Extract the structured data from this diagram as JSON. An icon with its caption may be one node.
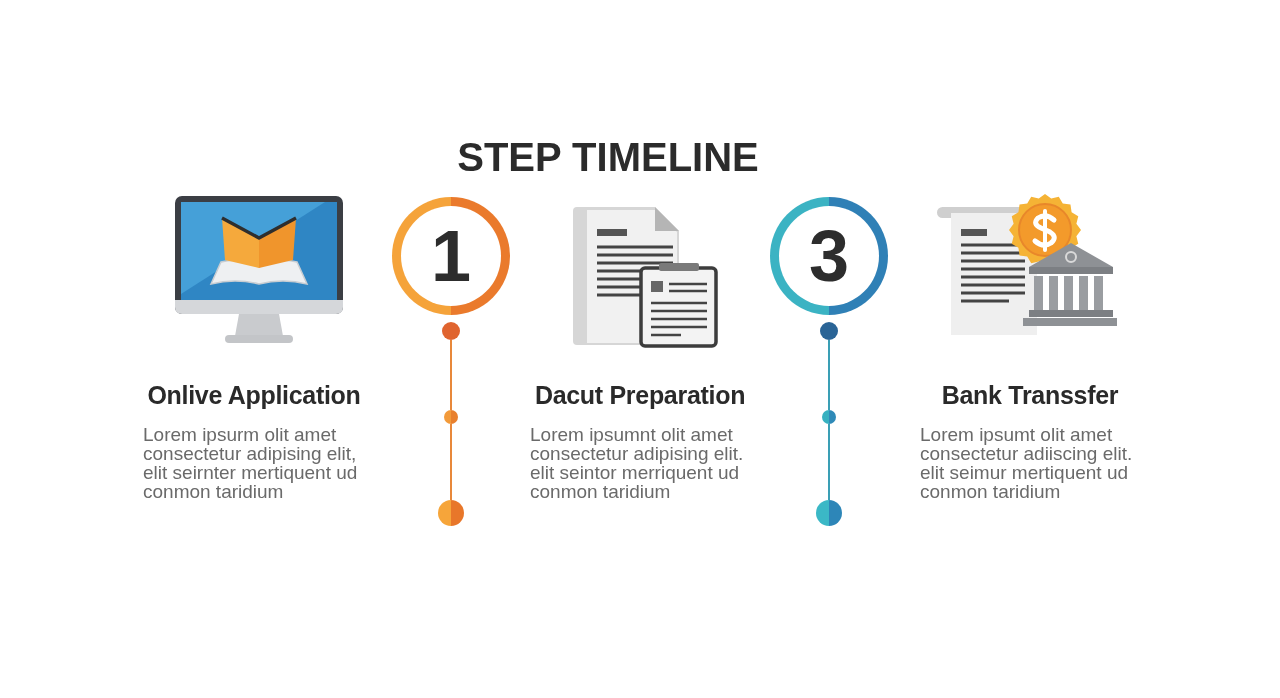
{
  "diagram": {
    "title": "STEP TIMELINE",
    "nodes": [
      {
        "text": [
          "1"
        ]
      },
      {
        "text": [],
        "shape": "circle"
      },
      {
        "text": [],
        "shape": "circle"
      },
      {
        "text": [],
        "shape": "circle"
      },
      {
        "text": [
          "3"
        ]
      },
      {
        "text": [],
        "shape": "circle"
      },
      {
        "text": [],
        "shape": "circle"
      },
      {
        "text": [],
        "shape": "circle"
      }
    ],
    "edges": [
      {
        "from": 1,
        "to": 2,
        "arrow": "none",
        "color": "#e8883a"
      },
      {
        "from": 2,
        "to": 3,
        "arrow": "none",
        "color": "#e8883a"
      },
      {
        "from": 5,
        "to": 6,
        "arrow": "none",
        "color": "#3a9fb5"
      },
      {
        "from": 6,
        "to": 7,
        "arrow": "none",
        "color": "#3a9fb5"
      }
    ],
    "labels": [
      "Onlive Application",
      "Lorem ipsurm olit amet consectetur adipising elit, elit seirnter mertiquent ud conmon taridium",
      "Dacut Preparation",
      "Lorem ipsumnt olit amet consectetur adipising elit. elit seintor merriquent ud conmon taridium",
      "Bank Transsfer",
      "Lorem ipsumt olit amet consectetur adiiscing elit. elit seimur mertiquent ud conmon taridium"
    ]
  }
}
